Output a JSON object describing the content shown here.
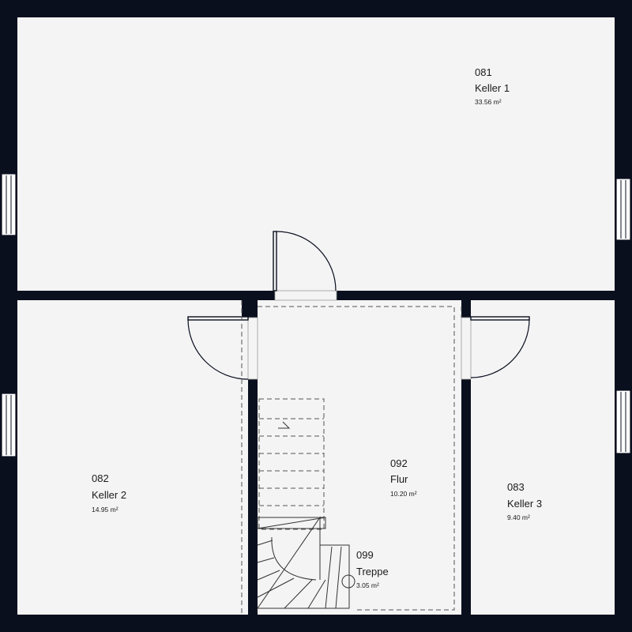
{
  "rooms": {
    "keller1": {
      "number": "081",
      "name": "Keller 1",
      "area": "33.56 m²"
    },
    "keller2": {
      "number": "082",
      "name": "Keller 2",
      "area": "14.95 m²"
    },
    "keller3": {
      "number": "083",
      "name": "Keller 3",
      "area": "9.40 m²"
    },
    "flur": {
      "number": "092",
      "name": "Flur",
      "area": "10.20 m²"
    },
    "treppe": {
      "number": "099",
      "name": "Treppe",
      "area": "3.05 m²"
    }
  },
  "colors": {
    "wall": "#0a0f1e",
    "floor": "#f4f4f4",
    "text": "#1a1a1a"
  }
}
